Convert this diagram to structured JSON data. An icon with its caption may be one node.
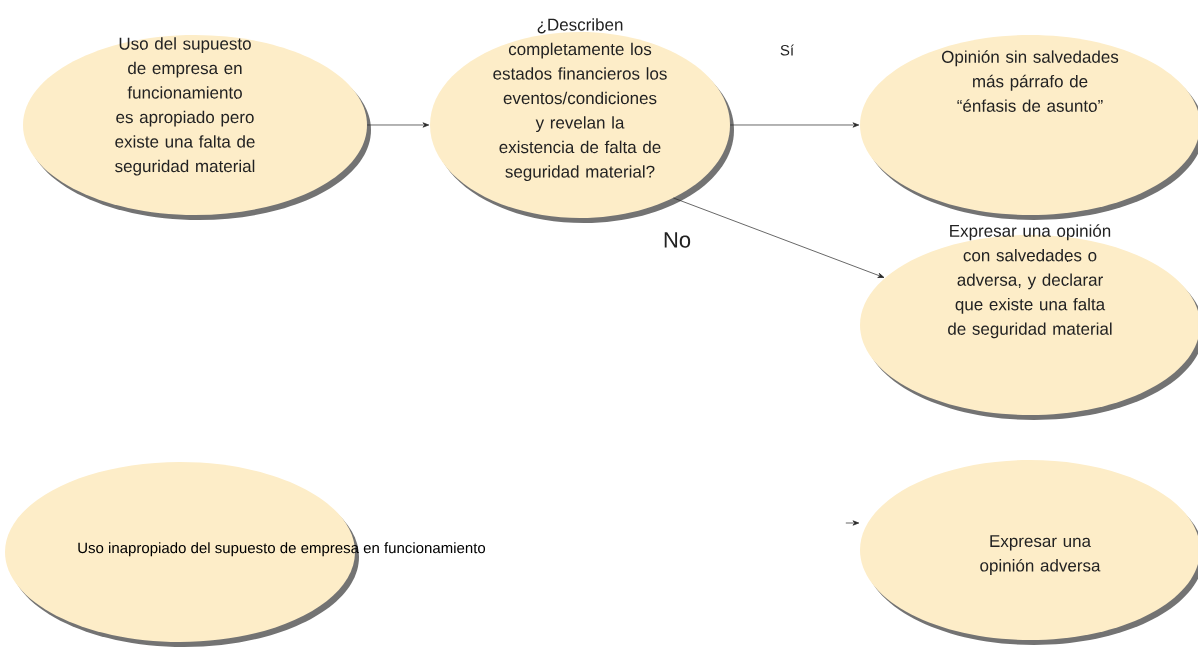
{
  "diagram": {
    "nodes": [
      {
        "text": [
          "Uso del supuesto de empresa en funcionamiento es apropiado pero existe una falta de seguridad material"
        ]
      },
      {
        "text": [
          "¿Describen completamente los estados financieros los eventos/condiciones y revelan la existencia de falta de seguridad material?"
        ]
      },
      {
        "text": [
          "Opinión sin salvedades más párrafo de “énfasis de asunto”"
        ]
      },
      {
        "text": [
          "Expresar una opinión con salvedades o adversa, y declarar que existe una falta de seguridad material"
        ]
      },
      {
        "text": [
          "Uso inapropiado del supuesto de empresa en funcionamiento"
        ]
      },
      {
        "text": [
          "Expresar una opinión adversa"
        ]
      }
    ],
    "edges": [
      {
        "from": 0,
        "to": 1,
        "arrow": "to"
      },
      {
        "from": 1,
        "to": 2,
        "arrow": "to",
        "label": "Sí"
      },
      {
        "from": 1,
        "to": 3,
        "arrow": "to",
        "label": "No"
      },
      {
        "from": null,
        "to": 5,
        "arrow": "to"
      }
    ]
  }
}
